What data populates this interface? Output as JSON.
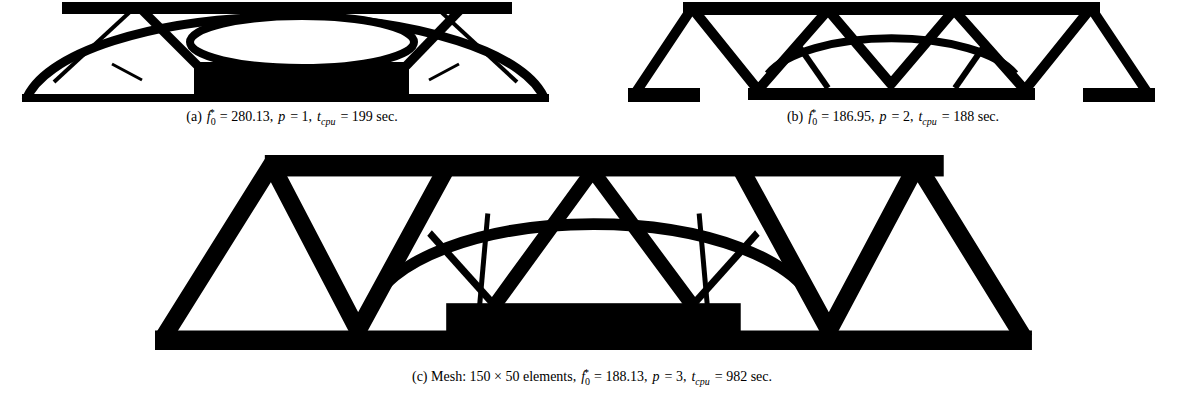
{
  "diagram": {
    "labels": [
      "(a)",
      "f",
      "0",
      "*",
      "= 280.13,",
      "p",
      "= 1,",
      "t",
      "cpu",
      "= 199 sec.",
      "(b)",
      "f",
      "0",
      "*",
      "= 186.95,",
      "p",
      "= 2,",
      "t",
      "cpu",
      "= 188 sec.",
      "(c) Mesh: 150 × 50 elements,",
      "f",
      "0",
      "*",
      "= 188.13,",
      "p",
      "= 3,",
      "t",
      "cpu",
      "= 982 sec."
    ]
  }
}
